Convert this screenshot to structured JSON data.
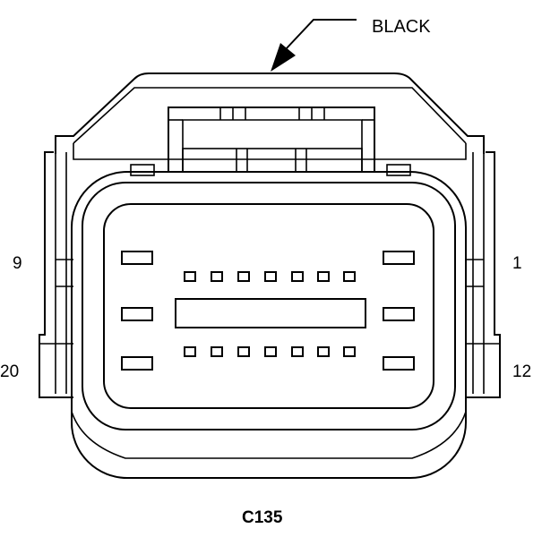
{
  "diagram": {
    "color_callout": "BLACK",
    "connector_id": "C135",
    "pin_labels": {
      "top_right": "1",
      "top_left": "9",
      "bottom_right": "12",
      "bottom_left": "20"
    }
  }
}
